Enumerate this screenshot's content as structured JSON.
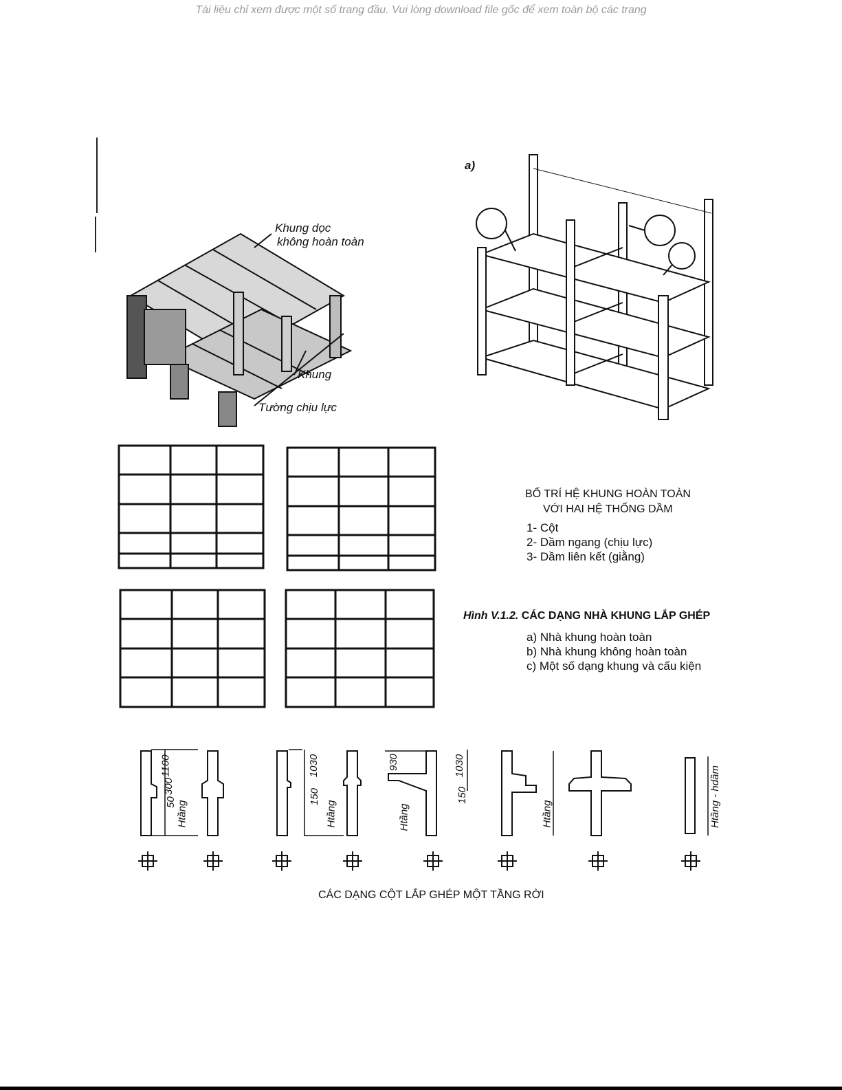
{
  "header": {
    "notice": "Tài liệu chỉ xem được một số trang đầu. Vui lòng download file gốc để xem toàn bộ các trang"
  },
  "figure_b": {
    "label_frame_long": "Khung dọc",
    "label_frame_long_2": "không hoàn toàn",
    "label_frame": "Khung",
    "label_wall": "Tường chịu lực"
  },
  "figure_a": {
    "tag": "a)"
  },
  "layout_legend": {
    "heading_1": "BỐ TRÍ HỆ KHUNG HOÀN TOÀN",
    "heading_2": "VỚI HAI HỆ THỐNG DẦM",
    "items": [
      "1- Cột",
      "2- Dầm ngang (chịu lực)",
      "3- Dầm liên kết (giằng)"
    ]
  },
  "caption": {
    "prefix": "Hình V.1.2.",
    "title": "CÁC DẠNG NHÀ KHUNG LẮP GHÉP",
    "items": [
      "a) Nhà khung hoàn toàn",
      "b) Nhà khung không hoàn toàn",
      "c) Một số dạng khung và cấu kiện"
    ]
  },
  "columns": {
    "dims": {
      "d1100": "1100",
      "d300": "300",
      "d50": "50",
      "d1030a": "1030",
      "d150a": "150",
      "d930": "930",
      "d1030b": "1030",
      "d150b": "150",
      "htang": "Htầng",
      "htang_hdam": "Htầng - hdầm"
    },
    "caption": "CÁC DẠNG CỘT LẮP GHÉP MỘT TẦNG RỜI"
  }
}
